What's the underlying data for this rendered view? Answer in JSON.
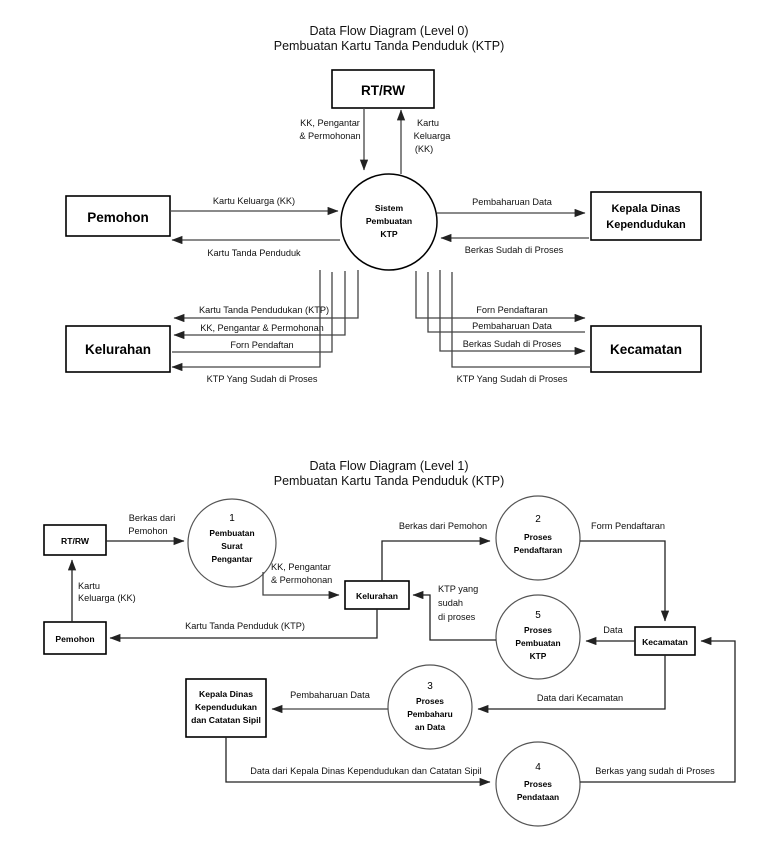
{
  "level0": {
    "title_line1": "Data Flow Diagram (Level 0)",
    "title_line2": "Pembuatan Kartu Tanda Penduduk (KTP)",
    "entities": {
      "rtrw": "RT/RW",
      "pemohon": "Pemohon",
      "kepala_dinas_l1": "Kepala Dinas",
      "kepala_dinas_l2": "Kependudukan",
      "kelurahan": "Kelurahan",
      "kecamatan": "Kecamatan"
    },
    "process": {
      "l1": "Sistem",
      "l2": "Pembuatan",
      "l3": "KTP"
    },
    "flows": {
      "kk_pengantar_l1": "KK, Pengantar",
      "kk_pengantar_l2": "& Permohonan",
      "kartu_keluarga_l1": "Kartu",
      "kartu_keluarga_l2": "Keluarga",
      "kartu_keluarga_l3": "(KK)",
      "kartu_keluarga_kk": "Kartu Keluarga (KK)",
      "kartu_tanda_penduduk": "Kartu Tanda Penduduk",
      "pembaharuan_data": "Pembaharuan Data",
      "berkas_sudah_diproses": "Berkas Sudah di Proses",
      "ktp_kelurahan": "Kartu Tanda Pendudukan (KTP)",
      "kk_pengantar_permohonan": "KK, Pengantar & Permohonan",
      "forn_pendaftan": "Forn Pendaftan",
      "ktp_yang_sudah_kiri": "KTP Yang Sudah di Proses",
      "forn_pendaftaran": "Forn Pendaftaran",
      "pembaharuan_data_kec": "Pembaharuan Data",
      "berkas_sudah_kec": "Berkas Sudah di Proses",
      "ktp_yang_sudah_kanan": "KTP Yang Sudah di Proses"
    }
  },
  "level1": {
    "title_line1": "Data Flow Diagram (Level 1)",
    "title_line2": "Pembuatan Kartu Tanda Penduduk (KTP)",
    "entities": {
      "rtrw": "RT/RW",
      "pemohon": "Pemohon",
      "kelurahan": "Kelurahan",
      "kecamatan": "Kecamatan",
      "kepala_l1": "Kepala Dinas",
      "kepala_l2": "Kependudukan",
      "kepala_l3": "dan Catatan Sipil"
    },
    "processes": [
      {
        "num": "1",
        "l1": "Pembuatan",
        "l2": "Surat",
        "l3": "Pengantar"
      },
      {
        "num": "2",
        "l1": "Proses",
        "l2": "Pendaftaran",
        "l3": ""
      },
      {
        "num": "3",
        "l1": "Proses",
        "l2": "Pembaharu",
        "l3": "an Data"
      },
      {
        "num": "4",
        "l1": "Proses",
        "l2": "Pendataan",
        "l3": ""
      },
      {
        "num": "5",
        "l1": "Proses",
        "l2": "Pembuatan",
        "l3": "KTP"
      }
    ],
    "flows": {
      "berkas_dari_pemohon_l1": "Berkas dari",
      "berkas_dari_pemohon_l2": "Pemohon",
      "kartu_keluarga_l1": "Kartu",
      "kartu_keluarga_l2": "Keluarga (KK)",
      "kk_pengantar_l1": "KK, Pengantar",
      "kk_pengantar_l2": "& Permohonan",
      "kartu_tanda_penduduk_ktp": "Kartu Tanda Penduduk (KTP)",
      "berkas_dari_pemohon": "Berkas dari Pemohon",
      "form_pendaftaran": "Form Pendaftaran",
      "ktp_yang_l1": "KTP yang",
      "ktp_yang_l2": "sudah",
      "ktp_yang_l3": "di proses",
      "data": "Data",
      "data_dari_kecamatan": "Data dari Kecamatan",
      "pembaharuan_data": "Pembaharuan Data",
      "data_dari_kepala": "Data dari Kepala Dinas Kependudukan dan Catatan Sipil",
      "berkas_yang_sudah": "Berkas yang sudah di Proses"
    }
  },
  "colors": {
    "stroke": "#444444",
    "box": "#000000",
    "text": "#111111"
  }
}
